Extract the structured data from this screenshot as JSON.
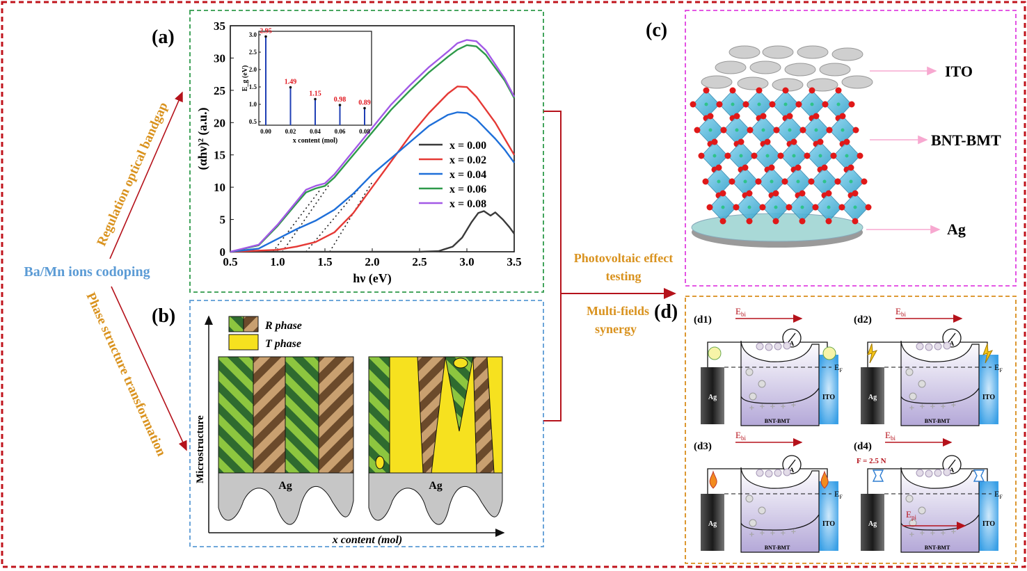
{
  "left": {
    "codoping": "Ba/Mn ions codoping",
    "arrow_up_label": "Regulation optical bandgap",
    "arrow_down_label": "Phase structure transformation"
  },
  "panel_a": {
    "label": "(a)",
    "ylabel": "(αhν)² (a.u.)",
    "xlabel": "hν (eV)"
  },
  "panel_b": {
    "label": "(b)",
    "legend_r": "R phase",
    "legend_t": "T phase",
    "ylabel": "Microstructure",
    "xlabel": "x content (mol)",
    "substrate_label": "Ag"
  },
  "middle": {
    "line1": "Photovoltaic effect",
    "line2": "testing",
    "line3": "Multi-fields",
    "line4": "synergy"
  },
  "panel_c": {
    "label": "(c)",
    "ito": "ITO",
    "bnt": "BNT-BMT",
    "ag": "Ag"
  },
  "panel_d": {
    "label": "(d)",
    "ag": "Ag",
    "ito": "ITO",
    "bnt": "BNT-BMT",
    "ammeter": "A",
    "ebi": "E",
    "ebi_sub": "bi",
    "ef": "E",
    "ef_sub": "F",
    "epi_sub": "pi",
    "force": "F = 2.5 N",
    "subpanels": [
      {
        "label": "(d1)"
      },
      {
        "label": "(d2)"
      },
      {
        "label": "(d3)"
      },
      {
        "label": "(d4)"
      }
    ]
  },
  "colors": {
    "outer_border": "#c0141c",
    "panel_a_border": "#2e9a4a",
    "panel_b_border": "#5b9bd5",
    "panel_c_border": "#e040e0",
    "panel_d_border": "#d98c1a",
    "label_orange": "#d9921e",
    "label_blue": "#5b9bd5",
    "arrow_red": "#b5121b"
  },
  "chart_data": {
    "type": "line",
    "xlabel": "hν (eV)",
    "ylabel": "(αhν)² (a.u.)",
    "xlim": [
      0.5,
      3.5
    ],
    "ylim": [
      0,
      35
    ],
    "xticks": [
      "0.5",
      "1.0",
      "1.5",
      "2.0",
      "2.5",
      "3.0",
      "3.5"
    ],
    "yticks": [
      "0",
      "5",
      "10",
      "15",
      "20",
      "25",
      "30",
      "35"
    ],
    "legend_position": "right-middle",
    "series": [
      {
        "name": "x = 0.00",
        "color": "#3a3a3a",
        "x": [
          0.5,
          2.5,
          2.7,
          2.85,
          2.95,
          3.05,
          3.12,
          3.18,
          3.25,
          3.3,
          3.38,
          3.45,
          3.5
        ],
        "y": [
          0,
          0,
          0.1,
          0.8,
          2.2,
          4.6,
          6.0,
          6.3,
          5.6,
          6.1,
          5.0,
          3.8,
          2.8
        ]
      },
      {
        "name": "x = 0.02",
        "color": "#e53935",
        "x": [
          0.5,
          1.0,
          1.2,
          1.4,
          1.6,
          1.8,
          2.0,
          2.2,
          2.4,
          2.6,
          2.8,
          2.9,
          3.0,
          3.1,
          3.2,
          3.3,
          3.4,
          3.5
        ],
        "y": [
          0,
          0.3,
          0.8,
          1.5,
          3.0,
          6.0,
          10.0,
          14.0,
          18.0,
          21.5,
          24.5,
          25.6,
          25.5,
          24.0,
          22.0,
          20.0,
          17.5,
          15.0
        ]
      },
      {
        "name": "x = 0.04",
        "color": "#1e6fd9",
        "x": [
          0.5,
          0.8,
          1.0,
          1.2,
          1.4,
          1.6,
          1.8,
          2.0,
          2.2,
          2.4,
          2.6,
          2.8,
          2.9,
          3.0,
          3.1,
          3.2,
          3.3,
          3.4,
          3.5
        ],
        "y": [
          0,
          0.5,
          2.0,
          3.5,
          4.8,
          6.5,
          9.0,
          12.0,
          14.5,
          17.0,
          19.5,
          21.2,
          21.6,
          21.5,
          20.5,
          19.0,
          17.5,
          15.8,
          13.8
        ]
      },
      {
        "name": "x = 0.06",
        "color": "#2e9a4a",
        "x": [
          0.5,
          0.8,
          1.0,
          1.2,
          1.3,
          1.4,
          1.5,
          1.6,
          1.8,
          2.0,
          2.2,
          2.4,
          2.6,
          2.8,
          2.9,
          3.0,
          3.1,
          3.2,
          3.3,
          3.4,
          3.5
        ],
        "y": [
          0,
          1.0,
          4.0,
          7.5,
          9.2,
          9.8,
          10.2,
          11.5,
          15.0,
          18.5,
          22.0,
          25.0,
          27.8,
          30.2,
          31.3,
          32.0,
          31.8,
          30.5,
          28.5,
          26.5,
          23.8
        ]
      },
      {
        "name": "x = 0.08",
        "color": "#a259e6",
        "x": [
          0.5,
          0.8,
          1.0,
          1.2,
          1.3,
          1.4,
          1.5,
          1.6,
          1.8,
          2.0,
          2.2,
          2.4,
          2.6,
          2.8,
          2.9,
          3.0,
          3.1,
          3.2,
          3.3,
          3.4,
          3.5
        ],
        "y": [
          0,
          1.1,
          4.2,
          7.8,
          9.6,
          10.2,
          10.6,
          12.0,
          15.6,
          19.2,
          22.8,
          25.8,
          28.6,
          31.0,
          32.3,
          32.8,
          32.6,
          31.2,
          29.0,
          26.8,
          24.0
        ]
      }
    ],
    "inset": {
      "type": "bar",
      "xlabel": "x content (mol)",
      "ylabel": "E_g (eV)",
      "x": [
        0.0,
        0.02,
        0.04,
        0.06,
        0.08
      ],
      "xticks": [
        "0.00",
        "0.02",
        "0.04",
        "0.06",
        "0.08"
      ],
      "yticks": [
        "0.5",
        "1.0",
        "1.5",
        "2.0",
        "2.5",
        "3.0"
      ],
      "ylim": [
        0.4,
        3.1
      ],
      "values": [
        2.95,
        1.49,
        1.15,
        0.98,
        0.89
      ],
      "value_labels": [
        "2.95",
        "1.49",
        "1.15",
        "0.98",
        "0.89"
      ]
    }
  }
}
